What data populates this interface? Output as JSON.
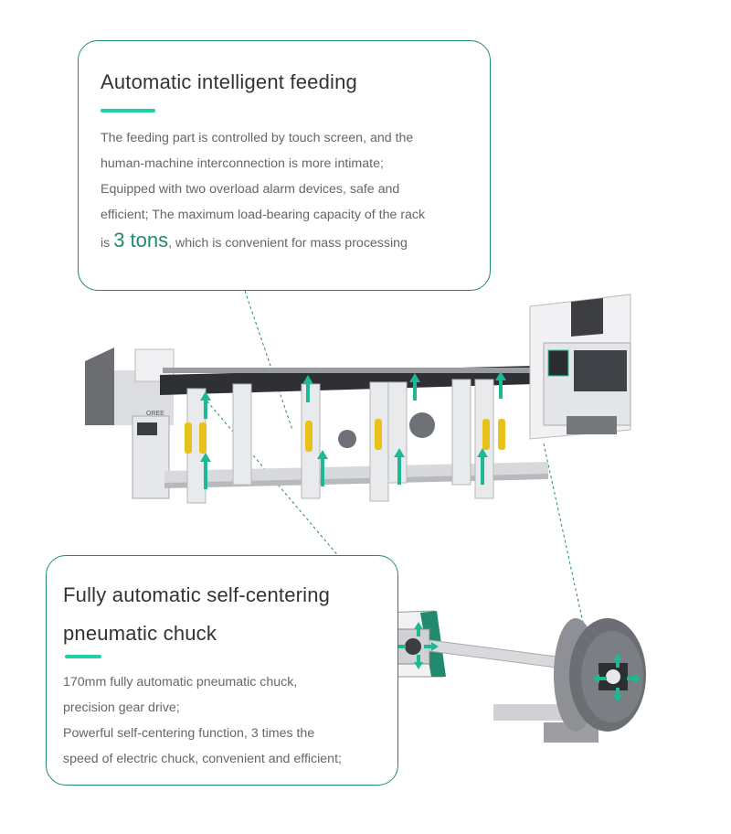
{
  "feeding": {
    "title": "Automatic intelligent feeding",
    "line1": "The feeding part is controlled by touch screen, and the",
    "line2": "human-machine interconnection is more intimate;",
    "line3": "Equipped with two overload alarm devices, safe and",
    "line4": "efficient; The maximum load-bearing capacity of the rack",
    "line5_pre": "is ",
    "line5_highlight": "3 tons",
    "line5_post": ", which is convenient for mass processing"
  },
  "chuck": {
    "title_line1": "Fully automatic self-centering",
    "title_line2": "pneumatic chuck",
    "line1": "170mm fully automatic pneumatic chuck,",
    "line2": "precision gear drive;",
    "line3": "Powerful self-centering function, 3 times the",
    "line4": "speed of electric chuck, convenient and efficient;"
  },
  "machine": {
    "brand_label": "OREE"
  },
  "colors": {
    "accent": "#1fd0a4",
    "border": "#1f8a6d",
    "highlight": "#1f8a6d",
    "arrow": "#1fb894",
    "clamp_yellow": "#e8c21a"
  }
}
